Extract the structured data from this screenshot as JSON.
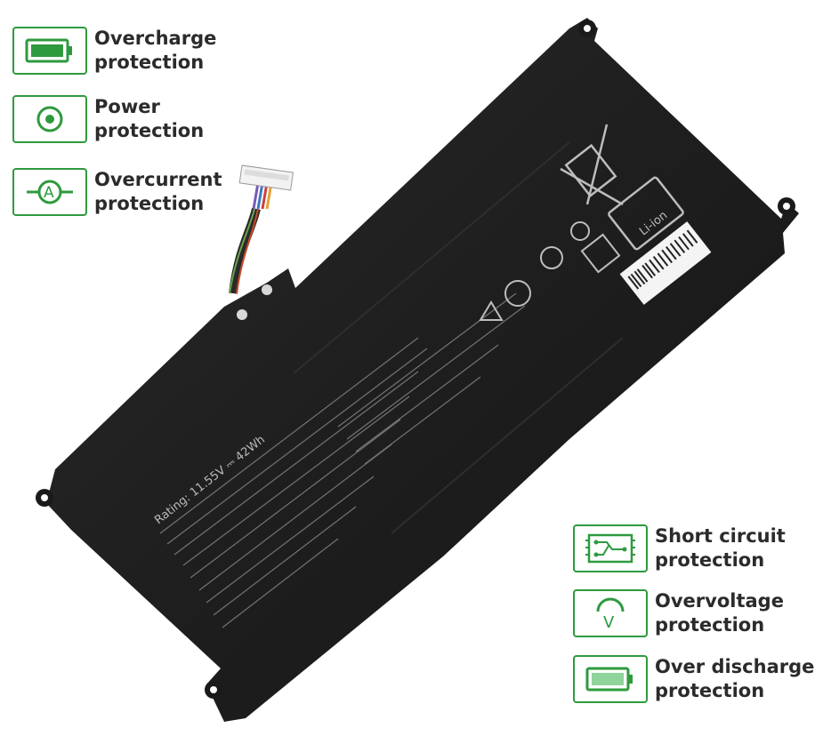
{
  "features_left": [
    {
      "icon": "battery-full-icon",
      "line1": "Overcharge",
      "line2": "protection"
    },
    {
      "icon": "power-target-icon",
      "line1": "Power",
      "line2": "protection"
    },
    {
      "icon": "ammeter-icon",
      "line1": "Overcurrent",
      "line2": "protection"
    }
  ],
  "features_right": [
    {
      "icon": "circuit-board-icon",
      "line1": "Short circuit",
      "line2": "protection"
    },
    {
      "icon": "voltmeter-icon",
      "line1": "Overvoltage",
      "line2": "protection"
    },
    {
      "icon": "battery-low-icon",
      "line1": "Over discharge",
      "line2": "protection"
    }
  ],
  "battery_label": {
    "rating": "Rating: 11.55V ⎓ 42Wh",
    "chemistry": "Li-ion",
    "recycle_mark": "Li-ion"
  },
  "colors": {
    "accent": "#2e9a3e",
    "battery_body": "#1c1c1c"
  }
}
